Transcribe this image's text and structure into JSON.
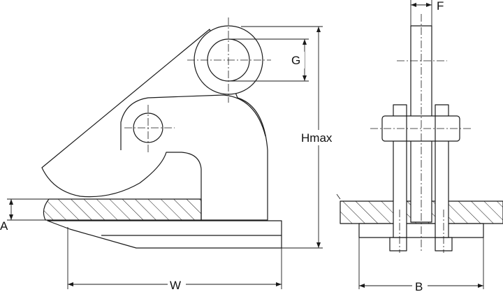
{
  "labels": {
    "f": "F",
    "g": "G",
    "hmax": "Hmax",
    "a": "A",
    "w": "W",
    "b": "B"
  },
  "colors": {
    "line": "#1a1a1a",
    "fill": "#ffffff"
  }
}
